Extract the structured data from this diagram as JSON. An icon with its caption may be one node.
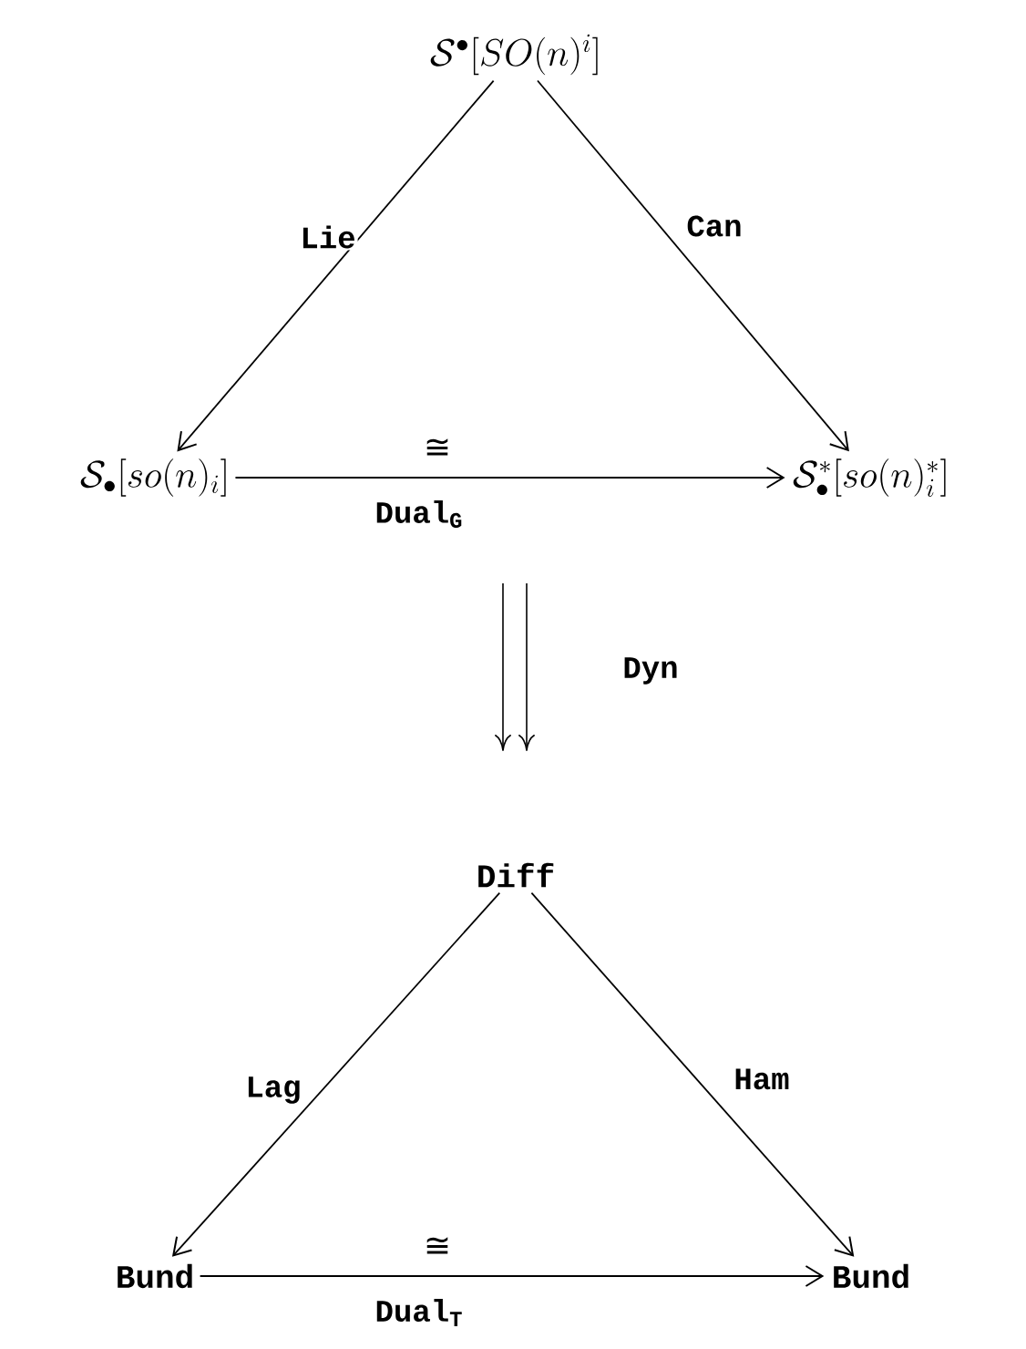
{
  "diagram": {
    "nodes": [
      {
        "text": [
          "\\mathcal{S}^{\\bullet}[SO(n)^{i}]"
        ]
      },
      {
        "text": [
          "\\mathcal{S}_{\\bullet}[so(n)_{i}]"
        ]
      },
      {
        "text": [
          "\\mathcal{S}^{*}_{\\bullet}[so(n)^{*}_{i}]"
        ]
      },
      {
        "text": [
          "Diff"
        ]
      },
      {
        "text": [
          "Bund"
        ]
      },
      {
        "text": [
          "Bund"
        ]
      }
    ],
    "edges": [
      {
        "from": 0,
        "to": 1,
        "arrow": "to",
        "label": "Lie"
      },
      {
        "from": 0,
        "to": 2,
        "arrow": "to",
        "label": "Can"
      },
      {
        "from": 1,
        "to": 2,
        "arrow": "to",
        "label": "Dual$_{G}$"
      },
      {
        "from": 3,
        "to": 4,
        "arrow": "to",
        "label": "Lag"
      },
      {
        "from": 3,
        "to": 5,
        "arrow": "to",
        "label": "Ham"
      },
      {
        "from": 4,
        "to": 5,
        "arrow": "to",
        "label": "Dual$_{T}$"
      }
    ],
    "labels": [
      "≅",
      "Dyn",
      "≅"
    ]
  }
}
